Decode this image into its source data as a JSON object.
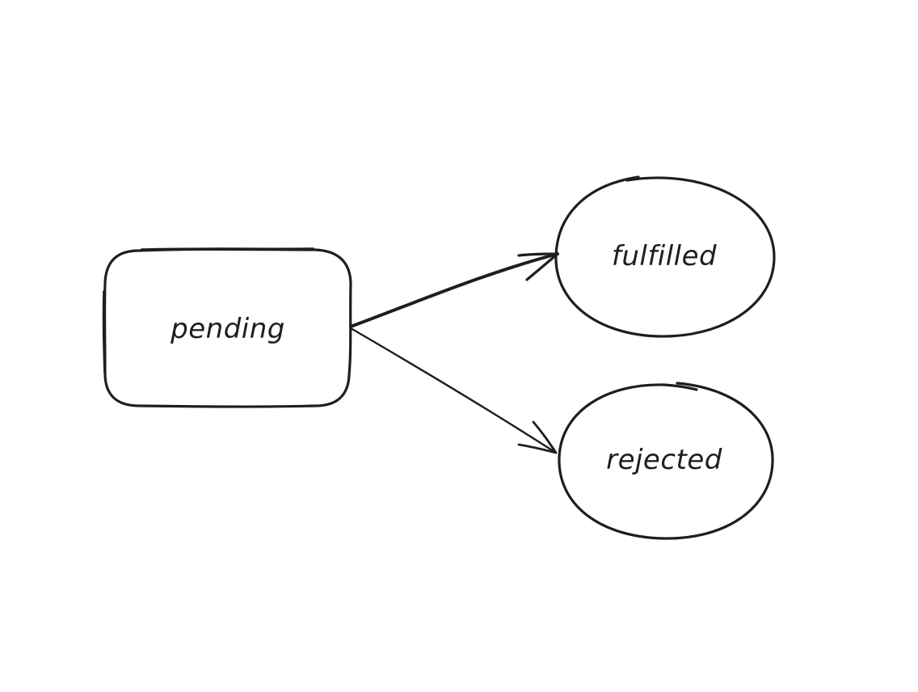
{
  "diagram": {
    "nodes": {
      "pending": {
        "label": "pending",
        "shape": "rounded-rectangle"
      },
      "fulfilled": {
        "label": "fulfilled",
        "shape": "ellipse"
      },
      "rejected": {
        "label": "rejected",
        "shape": "ellipse"
      }
    },
    "edges": [
      {
        "from": "pending",
        "to": "fulfilled"
      },
      {
        "from": "pending",
        "to": "rejected"
      }
    ],
    "colors": {
      "stroke": "#1e1e1e",
      "background": "#ffffff"
    }
  }
}
